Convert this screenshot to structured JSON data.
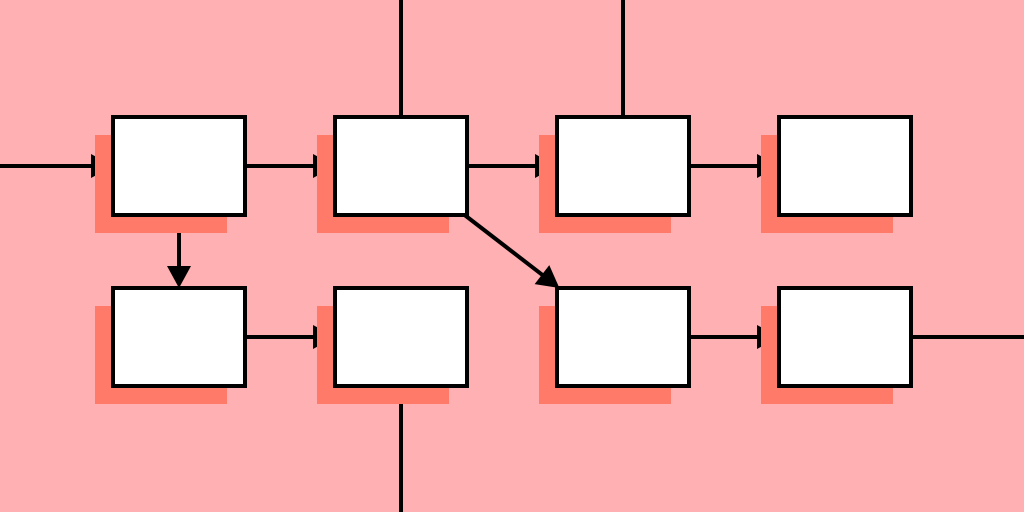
{
  "colors": {
    "background": "#FFB0B3",
    "node_fill": "#FFFFFF",
    "node_stroke": "#000000",
    "node_shadow": "#FF7A68",
    "connector": "#000000"
  },
  "nodes": [
    {
      "id": "r1c1",
      "label": ""
    },
    {
      "id": "r1c2",
      "label": ""
    },
    {
      "id": "r1c3",
      "label": ""
    },
    {
      "id": "r1c4",
      "label": ""
    },
    {
      "id": "r2c1",
      "label": ""
    },
    {
      "id": "r2c2",
      "label": ""
    },
    {
      "id": "r2c3",
      "label": ""
    },
    {
      "id": "r2c4",
      "label": ""
    }
  ],
  "edges": [
    {
      "from": "external-left",
      "to": "r1c1",
      "arrow": true
    },
    {
      "from": "r1c1",
      "to": "r1c2",
      "arrow": true
    },
    {
      "from": "r1c2",
      "to": "r1c3",
      "arrow": true
    },
    {
      "from": "r1c3",
      "to": "r1c4",
      "arrow": true
    },
    {
      "from": "r1c1",
      "to": "r2c1",
      "arrow": true
    },
    {
      "from": "r2c1",
      "to": "r2c2",
      "arrow": true
    },
    {
      "from": "r1c2",
      "to": "r2c3",
      "arrow": true
    },
    {
      "from": "r2c3",
      "to": "r2c4",
      "arrow": true
    },
    {
      "from": "external-top-1",
      "to": "r1c2",
      "arrow": false
    },
    {
      "from": "external-top-2",
      "to": "r1c3",
      "arrow": false
    },
    {
      "from": "r2c2",
      "to": "external-bottom",
      "arrow": false
    },
    {
      "from": "r2c4",
      "to": "external-right",
      "arrow": false
    }
  ]
}
